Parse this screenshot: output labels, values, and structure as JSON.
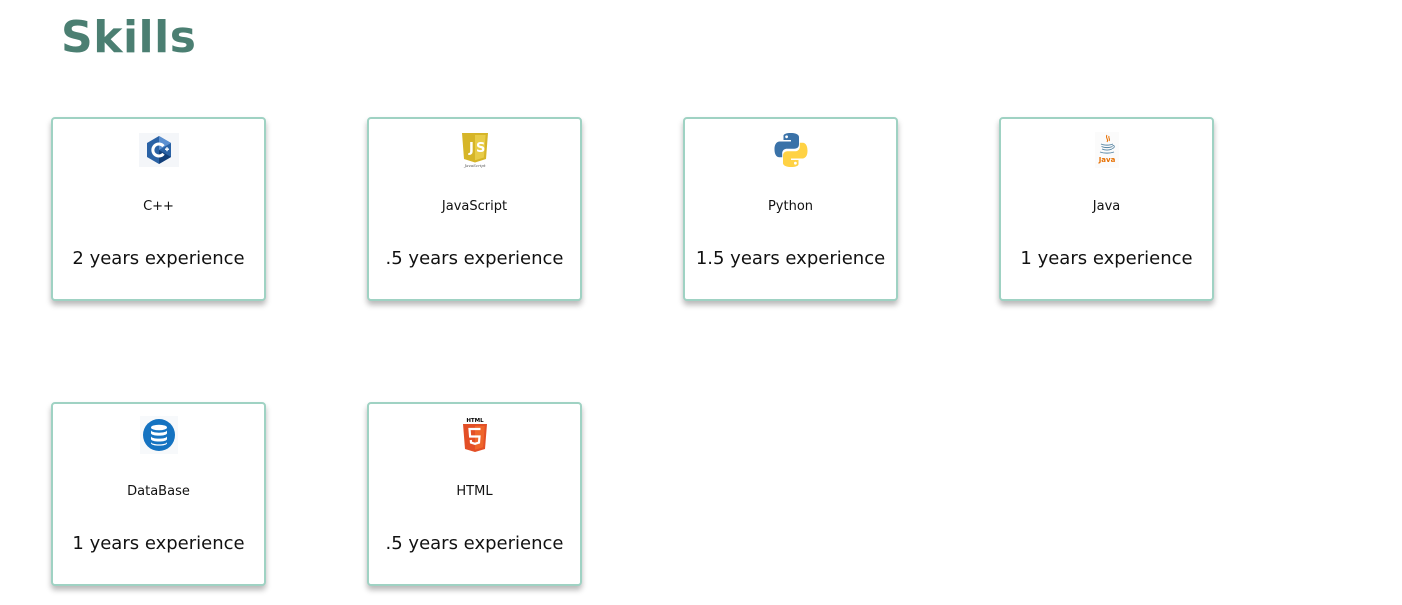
{
  "page": {
    "title": "Skills",
    "title_color": "#4b7f72"
  },
  "theme": {
    "card_border": "#9fd2c3"
  },
  "skills": [
    {
      "name": "C++",
      "experience": "2 years experience",
      "icon": "cplusplus-logo-icon"
    },
    {
      "name": "JavaScript",
      "experience": ".5 years experience",
      "icon": "javascript-logo-icon",
      "icon_text": "JavaScript"
    },
    {
      "name": "Python",
      "experience": "1.5 years experience",
      "icon": "python-logo-icon"
    },
    {
      "name": "Java",
      "experience": "1 years experience",
      "icon": "java-logo-icon",
      "icon_text": "Java"
    },
    {
      "name": "DataBase",
      "experience": "1 years experience",
      "icon": "database-icon"
    },
    {
      "name": "HTML",
      "experience": ".5 years experience",
      "icon": "html5-logo-icon",
      "icon_text": "HTML"
    }
  ]
}
